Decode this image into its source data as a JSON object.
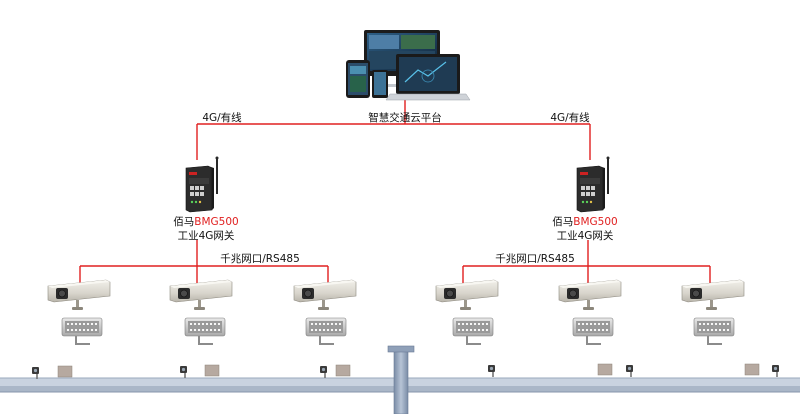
{
  "platform": {
    "label": "智慧交通云平台",
    "uplink_left": "4G/有线",
    "uplink_right": "4G/有线"
  },
  "gateways": [
    {
      "brand": "佰马",
      "model": "BMG500",
      "desc": "工业4G网关"
    },
    {
      "brand": "佰马",
      "model": "BMG500",
      "desc": "工业4G网关"
    }
  ],
  "camera_links": [
    {
      "label": "千兆网口/RS485"
    },
    {
      "label": "千兆网口/RS485"
    }
  ],
  "colors": {
    "link_line": "#e02020",
    "model_text": "#e02020",
    "pole": "#8a9db8",
    "road": "#c9d3e0"
  },
  "icons": {
    "platform": "monitor-laptop-tablet-icon",
    "gateway": "industrial-router-icon",
    "camera": "surveillance-camera-icon",
    "light": "led-fill-light-icon",
    "pole": "gantry-pole-icon"
  }
}
